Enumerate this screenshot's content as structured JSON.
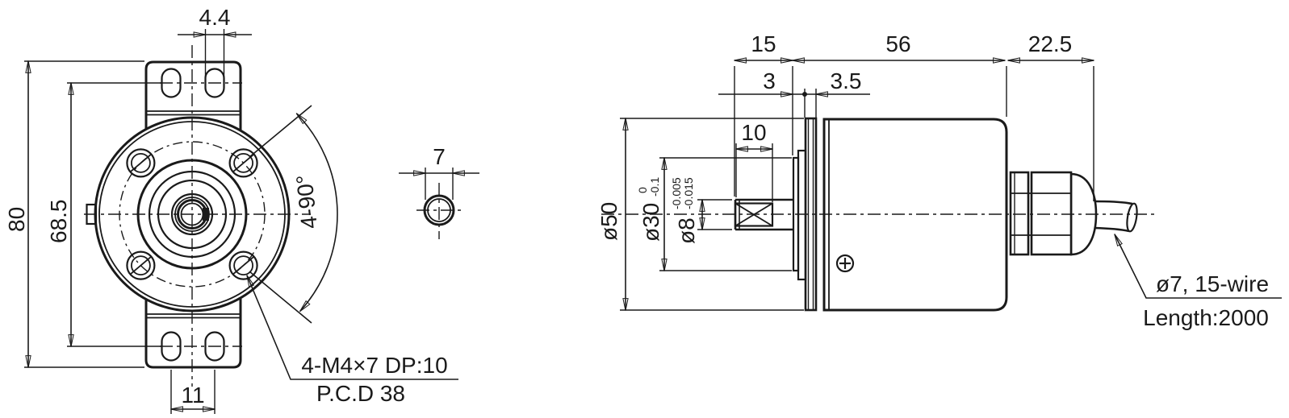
{
  "drawing": {
    "front_view": {
      "dim_overall_height": "80",
      "dim_slot_span_height": "68.5",
      "dim_slot_width": "4.4",
      "dim_slot_spacing": "11",
      "dim_small_hole": "7",
      "dim_screw_angle": "4-90°",
      "note_screws_line1": "4-M4×7 DP:10",
      "note_screws_line2": "P.C.D 38"
    },
    "side_view": {
      "dim_shaft_projection": "15",
      "dim_body_length": "56",
      "dim_gland_length": "22.5",
      "dim_boss_length": "3",
      "dim_plate_thickness": "3.5",
      "dim_key_length": "10",
      "dim_body_diameter": "ø50",
      "dim_boss_diameter": "ø30",
      "boss_tol_upper": "0",
      "boss_tol_lower": "-0.1",
      "dim_shaft_diameter": "ø8",
      "shaft_tol_upper": "-0.005",
      "shaft_tol_lower": "-0.015",
      "note_cable_line1": "ø7, 15-wire",
      "note_cable_line2": "Length:2000"
    },
    "colors": {
      "line": "#1a1a1a",
      "background": "#ffffff"
    }
  }
}
